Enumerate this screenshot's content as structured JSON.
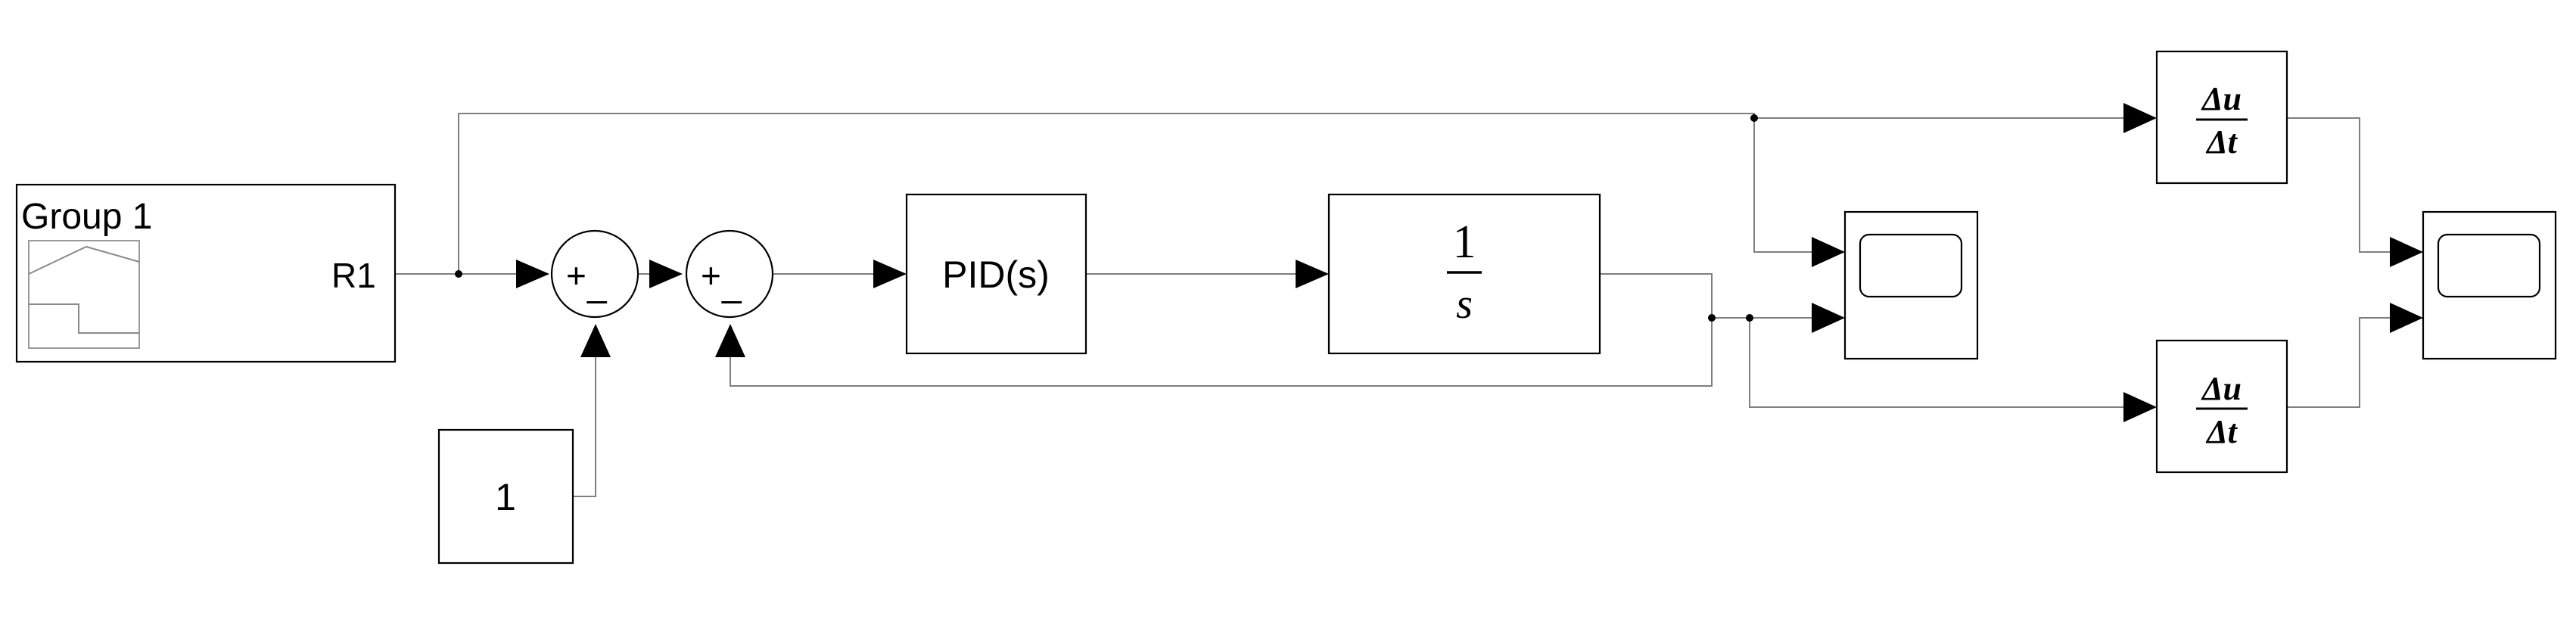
{
  "signal_builder": {
    "title": "Group 1",
    "port_label": "R1"
  },
  "sum1": {
    "signs_top": "+",
    "signs_bottom": "_"
  },
  "sum2": {
    "signs_top": "+",
    "signs_bottom": "_"
  },
  "constant": {
    "value": "1"
  },
  "pid": {
    "label": "PID(s)"
  },
  "integrator": {
    "numerator": "1",
    "denominator": "s"
  },
  "derivative_top": {
    "numerator": "Δu",
    "denominator": "Δt"
  },
  "derivative_bottom": {
    "numerator": "Δu",
    "denominator": "Δt"
  },
  "icons": [
    "signal-builder-plot-icon",
    "scope-screen-icon"
  ]
}
